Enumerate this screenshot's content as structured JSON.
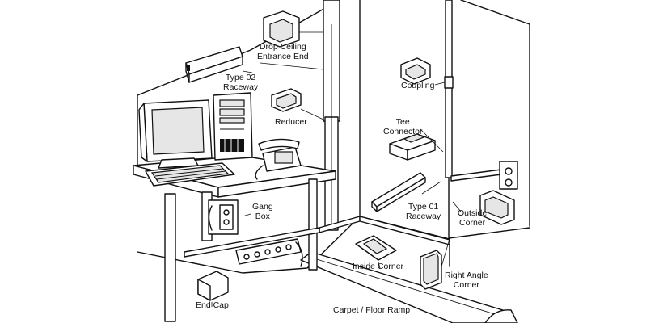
{
  "labels": {
    "drop_ceiling": [
      "Drop Ceiling",
      "Entrance End"
    ],
    "type02": [
      "Type 02",
      "Raceway"
    ],
    "reducer": "Reducer",
    "coupling": "Coupling",
    "tee": [
      "Tee",
      "Connector"
    ],
    "gang_box": [
      "Gang",
      "Box"
    ],
    "type01": [
      "Type 01",
      "Raceway"
    ],
    "outside_corner": [
      "Outside",
      "Corner"
    ],
    "inside_corner": "Inside Corner",
    "right_angle": [
      "Right Angle",
      "Corner"
    ],
    "end_cap": "End Cap",
    "floor_ramp": "Carpet / Floor Ramp"
  }
}
